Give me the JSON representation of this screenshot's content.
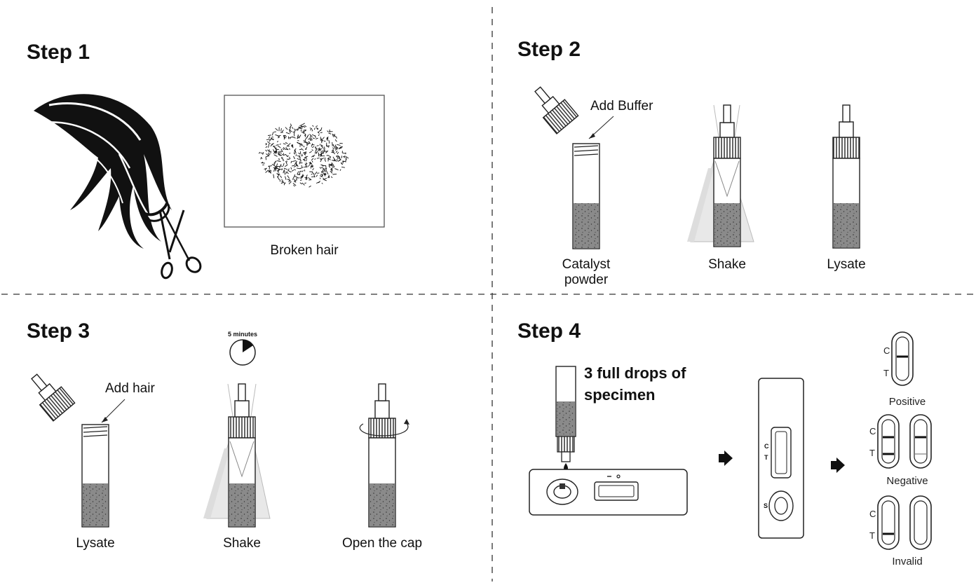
{
  "step1": {
    "title": "Step 1",
    "broken_hair_label": "Broken hair"
  },
  "step2": {
    "title": "Step 2",
    "add_buffer_label": "Add Buffer",
    "catalyst_label_line1": "Catalyst",
    "catalyst_label_line2": "powder",
    "shake_label": "Shake",
    "lysate_label": "Lysate"
  },
  "step3": {
    "title": "Step 3",
    "add_hair_label": "Add hair",
    "timer_label": "5 minutes",
    "lysate_label": "Lysate",
    "shake_label": "Shake",
    "open_cap_label": "Open the cap"
  },
  "step4": {
    "title": "Step 4",
    "drops_line1": "3 full drops of",
    "drops_line2": "specimen",
    "cassette_c": "C",
    "cassette_t": "T",
    "cassette_s": "S",
    "results": {
      "c_letter": "C",
      "t_letter": "T",
      "positive_label": "Positive",
      "negative_label": "Negative",
      "invalid_label": "Invalid"
    }
  }
}
